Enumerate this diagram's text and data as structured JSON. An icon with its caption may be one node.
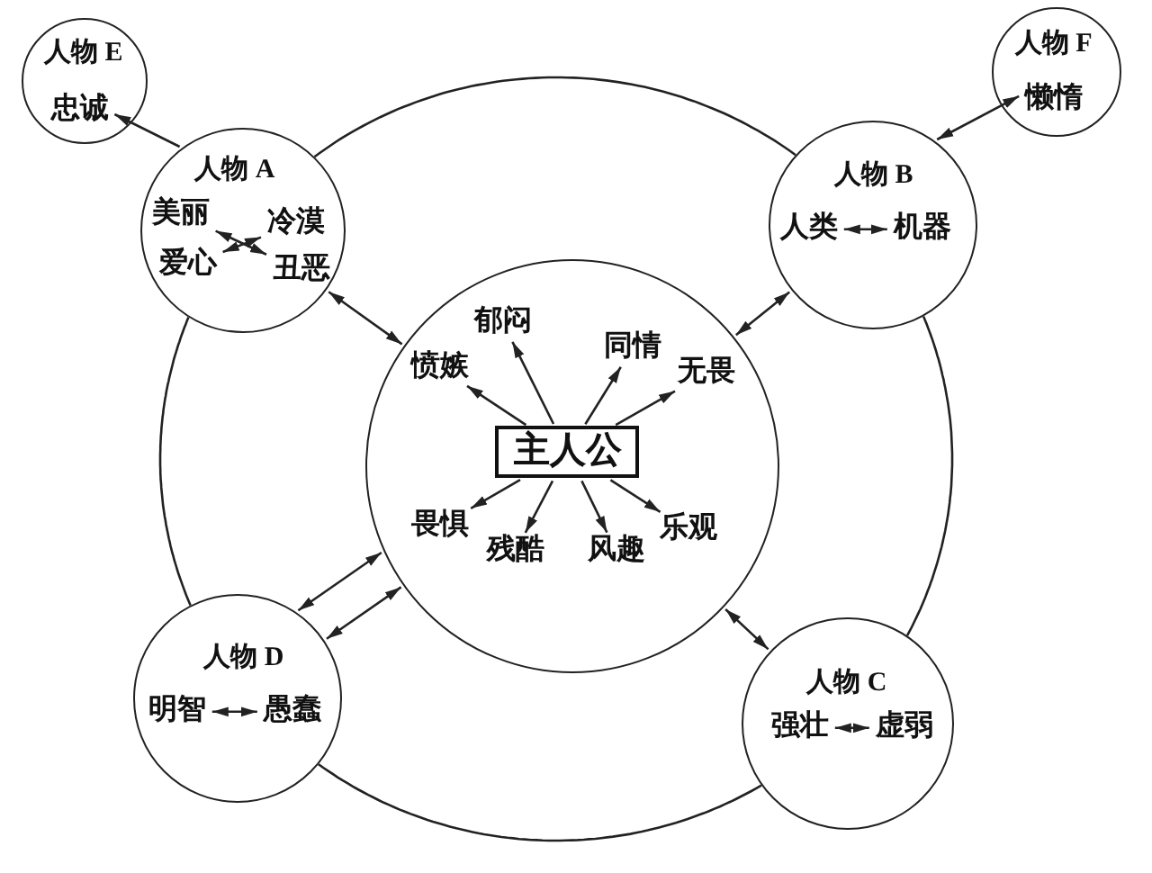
{
  "diagram": {
    "nodes": [
      {
        "text": [
          "人物 E"
        ]
      },
      {
        "text": [
          "忠诚"
        ],
        "in": 0
      },
      {
        "text": [
          "人物 F"
        ]
      },
      {
        "text": [
          "懒惰"
        ],
        "in": 2
      },
      {
        "text": [
          "人物 A"
        ]
      },
      {
        "text": [
          "美丽"
        ],
        "in": 4
      },
      {
        "text": [
          "冷漠"
        ],
        "in": 4
      },
      {
        "text": [
          "爱心"
        ],
        "in": 4
      },
      {
        "text": [
          "丑恶"
        ],
        "in": 4
      },
      {
        "text": [
          "人物 B"
        ]
      },
      {
        "text": [
          "人类"
        ],
        "in": 9
      },
      {
        "text": [
          "机器"
        ],
        "in": 9
      },
      {
        "text": [],
        "shape": "circle"
      },
      {
        "text": [
          "愤嫉"
        ],
        "in": 12
      },
      {
        "text": [
          "郁闷"
        ],
        "in": 12
      },
      {
        "text": [
          "同情"
        ],
        "in": 12
      },
      {
        "text": [
          "无畏"
        ],
        "in": 12
      },
      {
        "text": [
          "主人公"
        ],
        "in": 12
      },
      {
        "text": [
          "畏惧"
        ],
        "in": 12
      },
      {
        "text": [
          "残酷"
        ],
        "in": 12
      },
      {
        "text": [
          "风趣"
        ],
        "in": 12
      },
      {
        "text": [
          "乐观"
        ],
        "in": 12
      },
      {
        "text": [
          "人物 D"
        ]
      },
      {
        "text": [
          "明智"
        ],
        "in": 22
      },
      {
        "text": [
          "愚蠢"
        ],
        "in": 22
      },
      {
        "text": [
          "人物 C"
        ]
      },
      {
        "text": [
          "强壮"
        ],
        "in": 25
      },
      {
        "text": [
          "虚弱"
        ],
        "in": 25
      }
    ],
    "edges": [
      {
        "from": 4,
        "to": 1,
        "arrow": "to"
      },
      {
        "from": 9,
        "to": 3,
        "arrow": "both"
      },
      {
        "from": 5,
        "to": 8,
        "arrow": "both"
      },
      {
        "from": 6,
        "to": 7,
        "arrow": "both"
      },
      {
        "from": 10,
        "to": 11,
        "arrow": "both"
      },
      {
        "from": 4,
        "to": 12,
        "arrow": "both"
      },
      {
        "from": 9,
        "to": 12,
        "arrow": "both"
      },
      {
        "from": 17,
        "to": 13,
        "arrow": "to"
      },
      {
        "from": 17,
        "to": 14,
        "arrow": "to"
      },
      {
        "from": 17,
        "to": 15,
        "arrow": "to"
      },
      {
        "from": 17,
        "to": 16,
        "arrow": "to"
      },
      {
        "from": 17,
        "to": 18,
        "arrow": "to"
      },
      {
        "from": 17,
        "to": 19,
        "arrow": "to"
      },
      {
        "from": 17,
        "to": 20,
        "arrow": "to"
      },
      {
        "from": 17,
        "to": 21,
        "arrow": "to"
      },
      {
        "from": 12,
        "to": 22,
        "arrow": "both"
      },
      {
        "from": 12,
        "to": 22,
        "arrow": "both"
      },
      {
        "from": 12,
        "to": 25,
        "arrow": "both"
      },
      {
        "from": 23,
        "to": 24,
        "arrow": "both"
      },
      {
        "from": 26,
        "to": 27,
        "arrow": "both"
      },
      {
        "from": 4,
        "to": 9,
        "arrow": "none"
      },
      {
        "from": 9,
        "to": 25,
        "arrow": "none"
      },
      {
        "from": 25,
        "to": 22,
        "arrow": "none"
      },
      {
        "from": 22,
        "to": 4,
        "arrow": "none"
      }
    ]
  }
}
